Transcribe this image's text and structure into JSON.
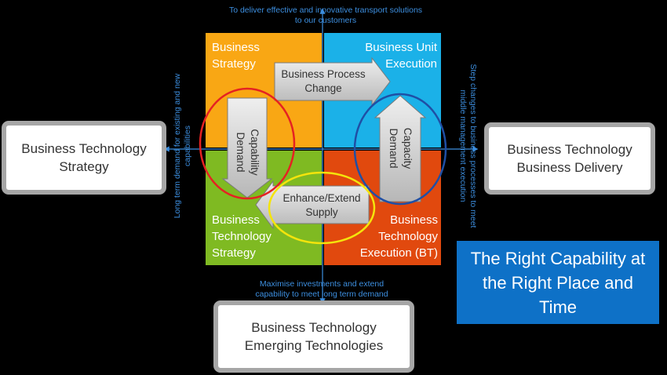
{
  "colors": {
    "background": "#000000",
    "strategy": "#f9a714",
    "unit_execution": "#1bb1e8",
    "bt_strategy": "#7fba22",
    "bt_execution": "#e1490e",
    "annotation": "#3d8fe0",
    "callout": "#0e71c7",
    "ring_red": "#e52222",
    "ring_blue": "#1f4fa5",
    "ring_yellow": "#f4e40c"
  },
  "quadrants": {
    "top_left": "Business Strategy",
    "top_right": "Business Unit Execution",
    "bottom_left": "Business Technology Strategy",
    "bottom_right": "Business Technology Execution (BT)"
  },
  "arrows": {
    "process_change": "Business Process Change",
    "capability_demand": "Capability Demand",
    "capacity_demand": "Capacity Demand",
    "enhance_supply": "Enhance/Extend Supply"
  },
  "boxes": {
    "left": "Business Technology Strategy",
    "right": "Business Technology Business Delivery",
    "bottom": "Business Technology Emerging Technologies"
  },
  "annotations": {
    "top": "To deliver effective and innovative  transport solutions  to our customers",
    "bottom": "Maximise investments and extend capability to meet long term demand",
    "left": "Long term demand for existing and new capabilities",
    "right": "Step changes to business processes to meet middle management execution"
  },
  "callout": "The Right Capability at the Right Place and Time"
}
